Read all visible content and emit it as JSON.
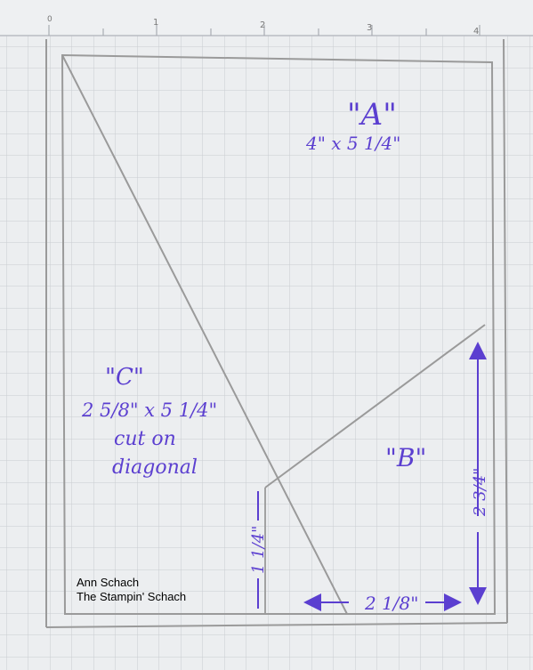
{
  "ruler": {
    "numbers": [
      "0",
      "1",
      "2",
      "3",
      "4"
    ]
  },
  "labels": {
    "a_letter": "\"A\"",
    "a_size": "4\" x 5 1/4\"",
    "b_letter": "\"B\"",
    "c_letter": "\"C\"",
    "c_size": "2 5/8\" x 5 1/4\"",
    "c_note_1": "cut on",
    "c_note_2": "diagonal",
    "dim_vertical_right": "2 3/4\"",
    "dim_vertical_left": "1 1/4\"",
    "dim_horizontal": "2 1/8\""
  },
  "credit": {
    "line1": "Ann Schach",
    "line2": "The Stampin' Schach"
  },
  "colors": {
    "grid_paper": "#e9eaec",
    "grid_line": "#c9ccd1",
    "pencil": "#9a9a9a",
    "ink": "#5b3fd0"
  }
}
